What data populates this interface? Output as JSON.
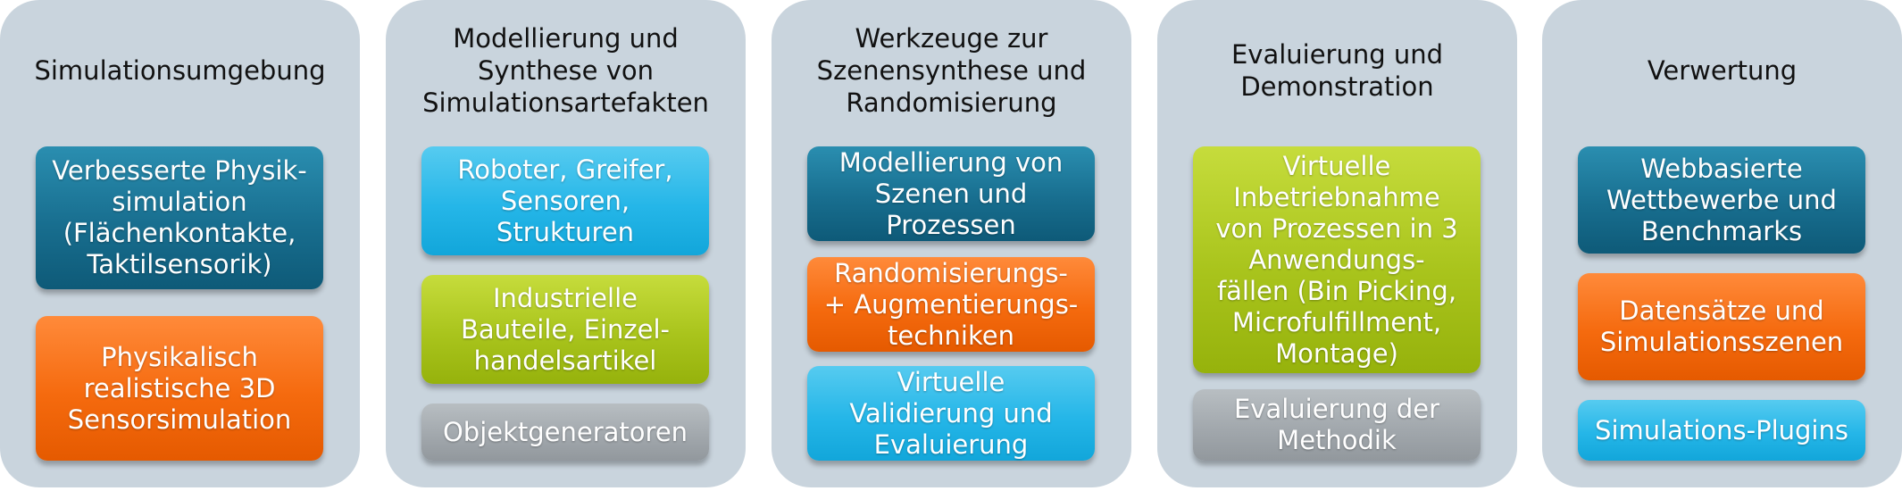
{
  "columns": [
    {
      "title": "Simulationsumgebung",
      "boxes": [
        {
          "text": "Verbesserte Physik-\nsimulation\n(Flächenkontakte,\nTaktilsensorik)",
          "color": "teal"
        },
        {
          "text": "Physikalisch\nrealistische 3D\nSensorsimulation",
          "color": "orange"
        }
      ]
    },
    {
      "title": "Modellierung und\nSynthese von\nSimulationsartefakten",
      "boxes": [
        {
          "text": "Roboter, Greifer,\nSensoren,\nStrukturen",
          "color": "cyan"
        },
        {
          "text": "Industrielle\nBauteile, Einzel-\nhandelsartikel",
          "color": "lime"
        },
        {
          "text": "Objektgeneratoren",
          "color": "gray"
        }
      ]
    },
    {
      "title": "Werkzeuge zur\nSzenensynthese und\nRandomisierung",
      "boxes": [
        {
          "text": "Modellierung von\nSzenen und\nProzessen",
          "color": "teal"
        },
        {
          "text": "Randomisierungs-\n+ Augmentierungs-\ntechniken",
          "color": "orange"
        },
        {
          "text": "Virtuelle\nValidierung und\nEvaluierung",
          "color": "cyan"
        }
      ]
    },
    {
      "title": "Evaluierung und\nDemonstration",
      "boxes": [
        {
          "text": "Virtuelle\nInbetriebnahme\nvon Prozessen in 3\nAnwendungs-\nfällen (Bin Picking,\nMicrofulfillment,\nMontage)",
          "color": "lime"
        },
        {
          "text": "Evaluierung der\nMethodik",
          "color": "gray"
        }
      ]
    },
    {
      "title": "Verwertung",
      "boxes": [
        {
          "text": "Webbasierte\nWettbewerbe und\nBenchmarks",
          "color": "teal"
        },
        {
          "text": "Datensätze und\nSimulationsszenen",
          "color": "orange"
        },
        {
          "text": "Simulations-Plugins",
          "color": "cyan"
        }
      ]
    }
  ]
}
